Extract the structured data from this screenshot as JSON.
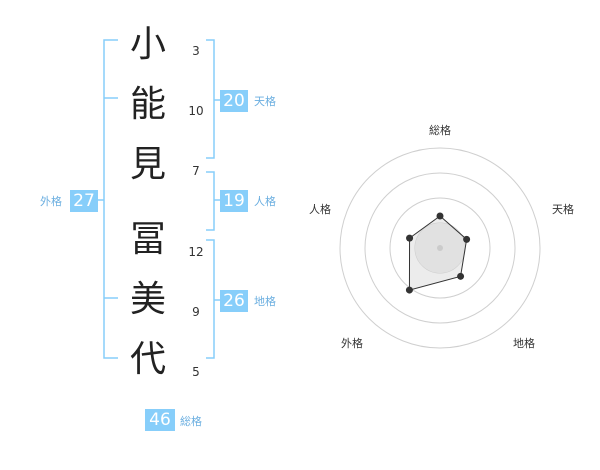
{
  "name": {
    "chars": [
      {
        "char": "小",
        "strokes": "3"
      },
      {
        "char": "能",
        "strokes": "10"
      },
      {
        "char": "見",
        "strokes": "7"
      },
      {
        "char": "冨",
        "strokes": "12"
      },
      {
        "char": "美",
        "strokes": "9"
      },
      {
        "char": "代",
        "strokes": "5"
      }
    ]
  },
  "fortunes": {
    "tenkaku": {
      "label": "天格",
      "value": "20"
    },
    "jinkaku": {
      "label": "人格",
      "value": "19"
    },
    "chikaku": {
      "label": "地格",
      "value": "26"
    },
    "gaikaku": {
      "label": "外格",
      "value": "27"
    },
    "soukaku": {
      "label": "総格",
      "value": "46"
    }
  },
  "colors": {
    "accent": "#87cefa",
    "bracket": "#87cefa",
    "label": "#6aaee0"
  },
  "chart_data": {
    "type": "radar",
    "axes": [
      "総格",
      "天格",
      "地格",
      "外格",
      "人格"
    ],
    "values": [
      0.32,
      0.28,
      0.35,
      0.52,
      0.32
    ],
    "max": 1
  }
}
